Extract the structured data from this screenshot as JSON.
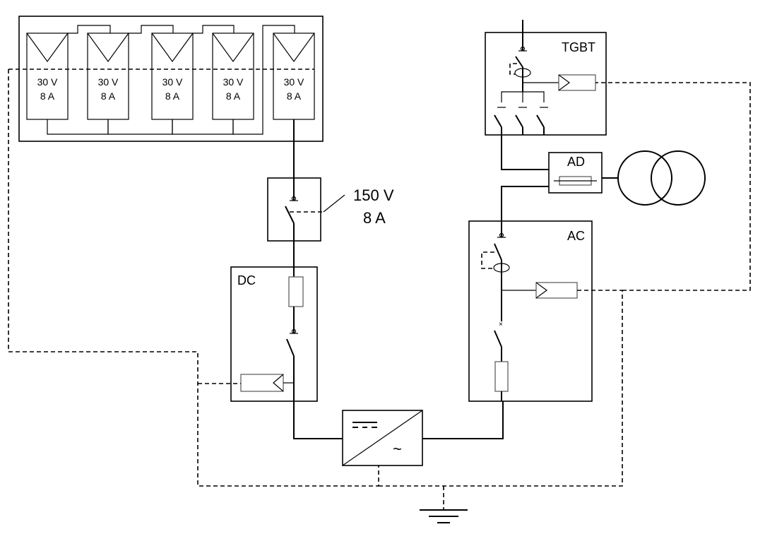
{
  "panels": [
    {
      "voltage": "30 V",
      "current": "8 A"
    },
    {
      "voltage": "30 V",
      "current": "8 A"
    },
    {
      "voltage": "30 V",
      "current": "8 A"
    },
    {
      "voltage": "30 V",
      "current": "8 A"
    },
    {
      "voltage": "30 V",
      "current": "8 A"
    }
  ],
  "string_rating": {
    "voltage": "150 V",
    "current": "8 A"
  },
  "boxes": {
    "dc": "DC",
    "ac": "AC",
    "tgbt": "TGBT",
    "ad": "AD"
  },
  "inverter_symbols": {
    "ac": "~"
  }
}
